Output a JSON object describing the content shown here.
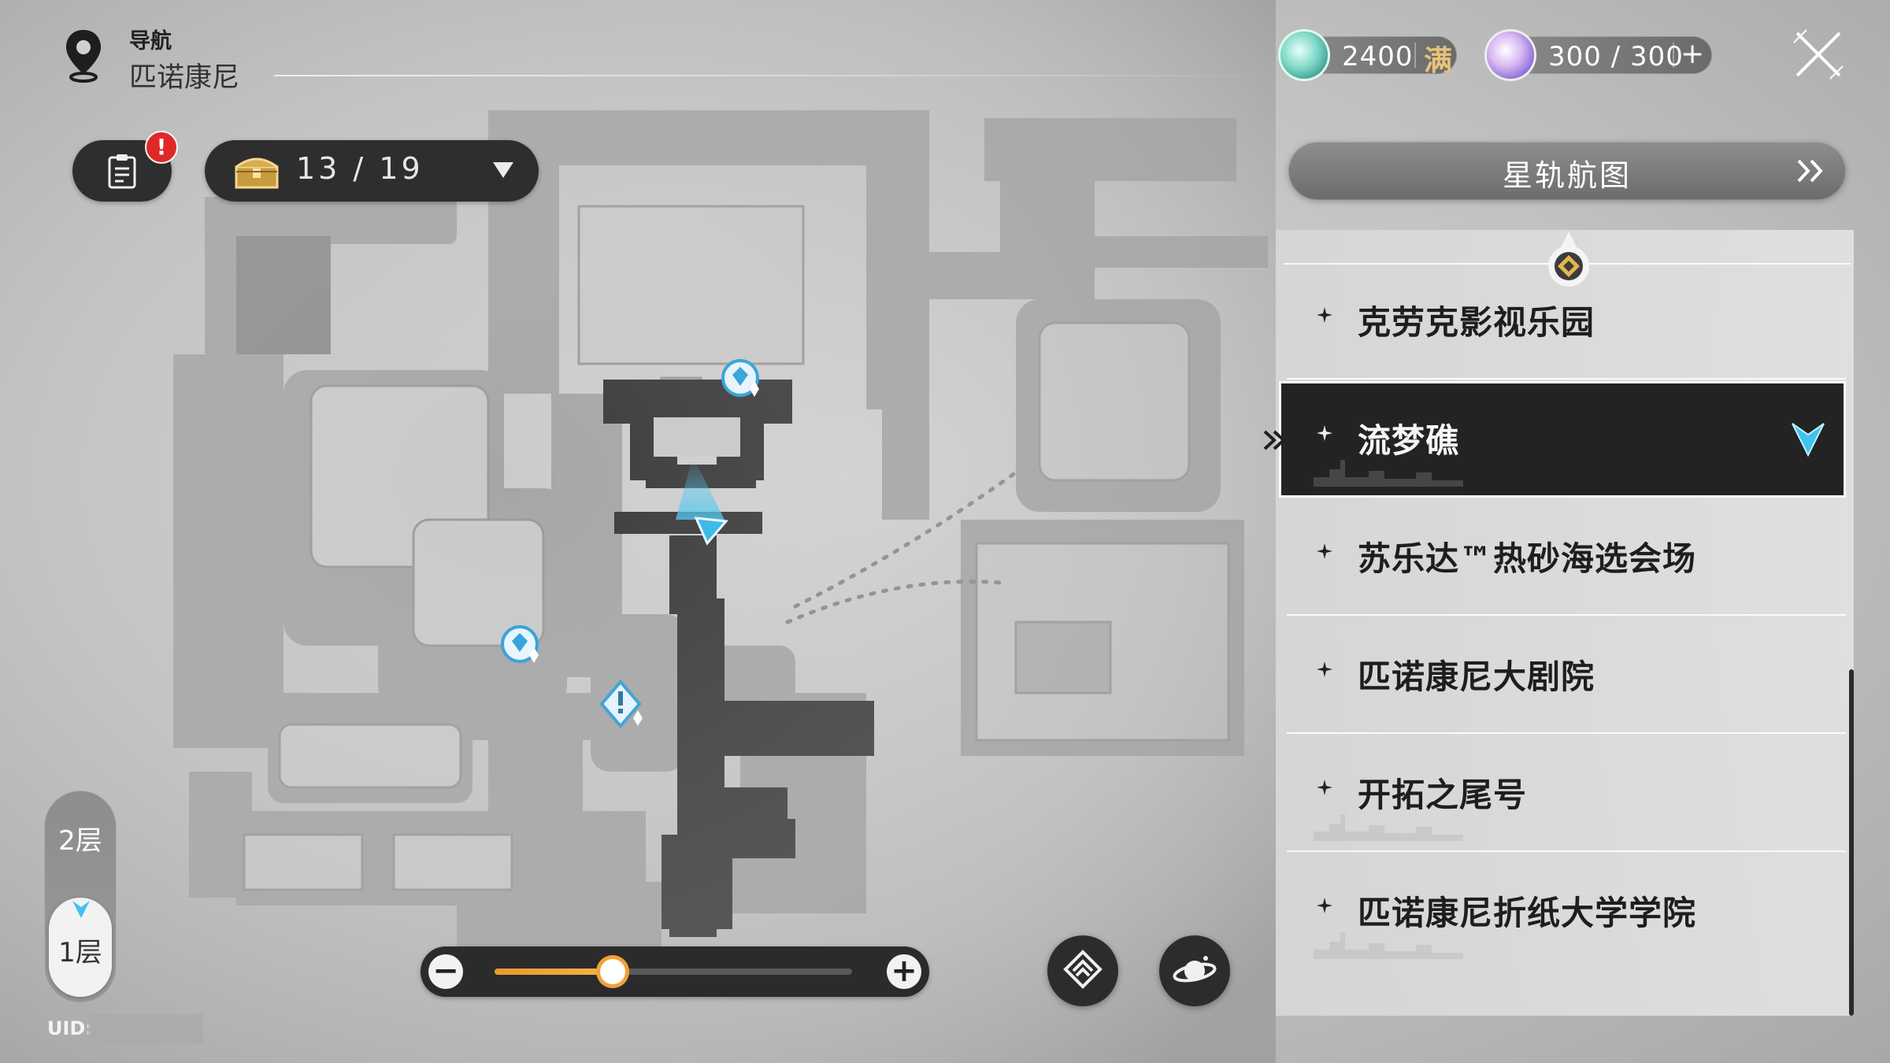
{
  "header": {
    "nav_label": "导航",
    "location_name": "匹诺康尼"
  },
  "resources": {
    "reserved_power": {
      "value": "2400",
      "status": "满",
      "icon": "reserve-trailblaze-power-icon"
    },
    "trailblaze_power": {
      "value": "300 / 300",
      "action": "+",
      "icon": "trailblaze-power-icon"
    }
  },
  "toolbar": {
    "quest_badge": "!",
    "chest_count": "13 / 19"
  },
  "star_rail_map": {
    "label": "星轨航图"
  },
  "locations": [
    {
      "name": "克劳克影视乐园",
      "active": false
    },
    {
      "name": "流梦礁",
      "active": true
    },
    {
      "name": "苏乐达™热砂海选会场",
      "active": false
    },
    {
      "name": "匹诺康尼大剧院",
      "active": false
    },
    {
      "name": "开拓之尾号",
      "active": false
    },
    {
      "name": "匹诺康尼折纸大学学院",
      "active": false
    }
  ],
  "floors": {
    "upper": "2层",
    "current": "1层"
  },
  "uid": {
    "label": "UID:"
  },
  "zoom": {
    "level": 0.33
  },
  "colors": {
    "accent_cyan": "#3fc3f0",
    "zoom_orange": "#f0a23a",
    "panel_dark": "#232323",
    "badge_red": "#e02828"
  }
}
